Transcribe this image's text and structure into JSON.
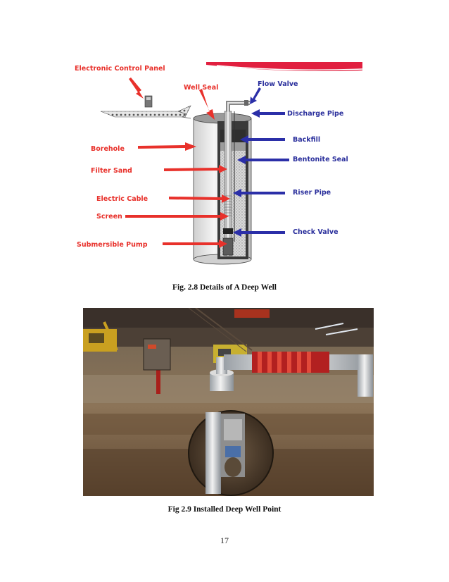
{
  "figure1": {
    "caption": "Fig. 2.8 Details of A Deep Well",
    "labels": {
      "control_panel": "Electronic Control Panel",
      "well_seal": "Well Seal",
      "flow_valve": "Flow Valve",
      "discharge_pipe": "Discharge Pipe",
      "backfill": "Backfill",
      "bentonite_seal": "Bentonite Seal",
      "borehole": "Borehole",
      "filter_sand": "Filter Sand",
      "riser_pipe": "Riser Pipe",
      "electric_cable": "Electric Cable",
      "screen": "Screen",
      "check_valve": "Check Valve",
      "submersible_pump": "Submersible Pump"
    },
    "colors": {
      "left_label": "#e8302a",
      "right_label": "#2a2f9c",
      "red_arrow": "#e8312b",
      "blue_arrow": "#2b2fa8"
    }
  },
  "figure2": {
    "caption": "Fig 2.9 Installed Deep Well Point"
  },
  "page": {
    "number": "17"
  }
}
